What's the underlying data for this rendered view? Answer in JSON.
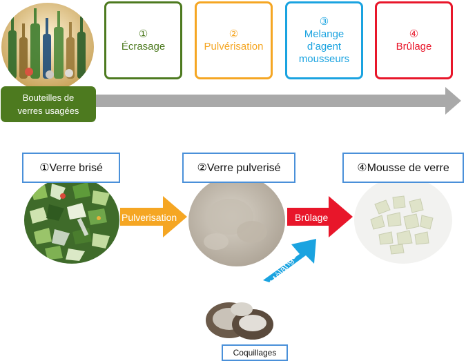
{
  "top_flow": {
    "source_label": "Bouteilles de verres usagées",
    "steps": [
      {
        "num": "①",
        "label": "Écrasage",
        "color": "#4d7a1f"
      },
      {
        "num": "②",
        "label": "Pulvérisation",
        "color": "#f5a623"
      },
      {
        "num": "③",
        "label": "Melange d’agent mousseurs",
        "color": "#1aa3e0"
      },
      {
        "num": "④",
        "label": "Brûlage",
        "color": "#e8162a"
      }
    ],
    "timeline_color": "#a9a9a9"
  },
  "bottom_flow": {
    "products": [
      {
        "label": "①Verre brisé"
      },
      {
        "label": "②Verre pulverisé"
      },
      {
        "label": "④Mousse de verre"
      }
    ],
    "arrows": [
      {
        "label": "Pulverisation",
        "color": "#f5a623"
      },
      {
        "label": "Brûlage",
        "color": "#e8162a"
      },
      {
        "label": "Mélange",
        "color": "#1aa3e0"
      }
    ],
    "additive_label": "Coquillages"
  }
}
